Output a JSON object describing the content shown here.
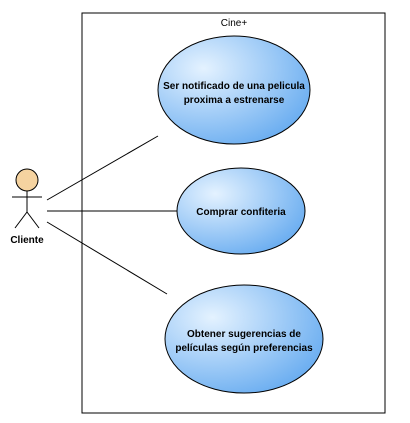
{
  "system": {
    "title": "Cine+"
  },
  "actor": {
    "name": "Cliente"
  },
  "use_cases": [
    {
      "lines": [
        "Ser notificado de una pelicula",
        "proxima a estrenarse"
      ]
    },
    {
      "lines": [
        "Comprar confiteria"
      ]
    },
    {
      "lines": [
        "Obtener sugerencias de",
        "películas según preferencias"
      ]
    }
  ],
  "colors": {
    "usecase_light": "#d8ecff",
    "usecase_dark": "#6aaef0",
    "usecase_stroke": "#000000",
    "actor_head": "#f5d3a0",
    "line": "#000000"
  }
}
